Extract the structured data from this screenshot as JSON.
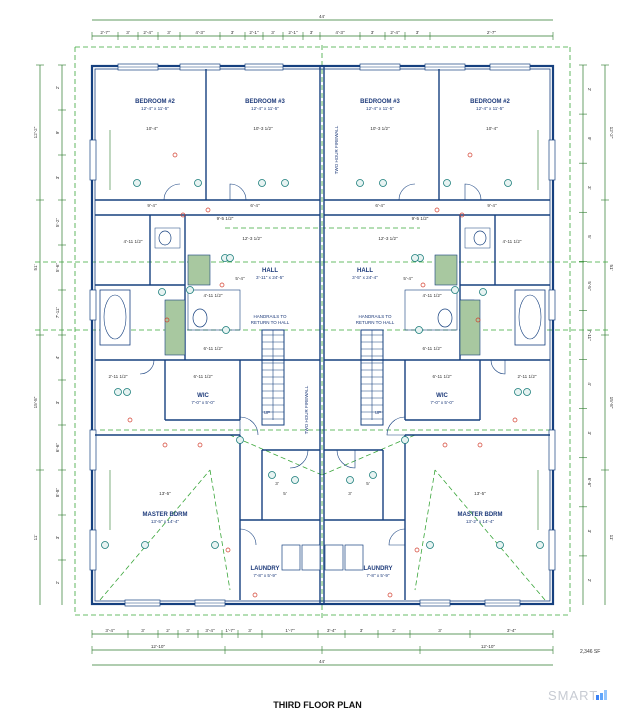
{
  "title": "THIRD FLOOR PLAN",
  "total_width": "44'",
  "total_depth": "51'",
  "area_note": "2,346 SF",
  "watermark": "SMART",
  "colors": {
    "wall": "#16407f",
    "dimension": "#2b7a2b",
    "ceiling": "#3aa63a",
    "fixture": "#1a7d7a",
    "outlet": "#d23a2a",
    "cabinet": "#a8c8a0"
  },
  "rooms": [
    {
      "name": "BEDROOM #2",
      "size": "12'-4\" x 11'-5\""
    },
    {
      "name": "BEDROOM #3",
      "size": "12'-4\" x 11'-5\""
    },
    {
      "name": "BEDROOM #3",
      "size": "12'-4\" x 11'-5\""
    },
    {
      "name": "BEDROOM #2",
      "size": "12'-4\" x 11'-5\""
    },
    {
      "name": "HALL",
      "size": "3'-11\" x 24'-5\""
    },
    {
      "name": "HALL",
      "size": "3'-5\" x 24'-4\""
    },
    {
      "name": "WIC",
      "size": "7'-0\" x 5'-0\""
    },
    {
      "name": "WIC",
      "size": "7'-0\" x 5'-0\""
    },
    {
      "name": "MASTER BDRM",
      "size": "13'-5\" x 14'-4\""
    },
    {
      "name": "MASTER BDRM",
      "size": "13'-2\" x 14'-4\""
    },
    {
      "name": "LAUNDRY",
      "size": "7'-8\" x 5'-9\""
    },
    {
      "name": "LAUNDRY",
      "size": "7'-8\" x 5'-9\""
    }
  ],
  "notes": [
    {
      "text": "HANDRAILS TO"
    },
    {
      "text": "RETURN TO HALL"
    },
    {
      "text": "HANDRAILS TO"
    },
    {
      "text": "RETURN TO HALL"
    },
    {
      "text": "TWO HOUR FIREWALL"
    },
    {
      "text": "TWO HOUR FIREWALL"
    },
    {
      "text": "UP"
    },
    {
      "text": "UP"
    }
  ],
  "dims": {
    "top": [
      "2'-7\"",
      "3'",
      "2'-4\"",
      "3'",
      "4'-3\"",
      "3'",
      "2'-1\"",
      "3'",
      "2'-1\"",
      "3'",
      "4'-3\"",
      "3'",
      "2'-4\"",
      "3'",
      "2'-7\""
    ],
    "inner": [
      "10'-4\"",
      "10'-3 1/2\"",
      "10'-3 1/2\"",
      "10'-4\"",
      "9'-4\"",
      "6'-4\"",
      "6'-4\"",
      "9'-4\"",
      "12'-3 1/2\"",
      "12'-3 1/2\"",
      "4'-11 1/2\"",
      "4'-11 1/2\"",
      "4'-11 1/2\"",
      "4'-11 1/2\"",
      "6'-11 1/2\"",
      "6'-11 1/2\"",
      "2'-11 1/2\"",
      "2'-11 1/2\"",
      "6'-11 1/2\"",
      "6'-11 1/2\"",
      "13'-5\"",
      "13'-5\"",
      "5'",
      "3'",
      "3'",
      "5'",
      "5'-4\"",
      "5'-4\"",
      "9'-5 1/2\"",
      "9'-5 1/2\""
    ],
    "bottom": [
      "3'-4\"",
      "3'",
      "2'",
      "3'",
      "3'-4\"",
      "1'-7\"",
      "3'",
      "1'-7\"",
      "3'-4\"",
      "3'",
      "2'",
      "3'",
      "3'-4\""
    ],
    "bottom2": [
      "12'-10\"",
      "12'-10\""
    ],
    "left": [
      "2'",
      "9'",
      "3'",
      "5'-2\"",
      "5'-6\"",
      "7'-11\"",
      "4'",
      "3'",
      "6'-6\"",
      "8'-8\"",
      "3'",
      "2'"
    ],
    "left2": [
      "12'-2\"",
      "51'",
      "15'-8\"",
      "11'"
    ],
    "right": [
      "2'",
      "9'",
      "3'",
      "5'",
      "5'-5\"",
      "7'-11\"",
      "4'",
      "3'",
      "6'-6\"",
      "3'",
      "2'"
    ],
    "right2": [
      "12'-2\"",
      "51'",
      "15'-8\"",
      "11'"
    ]
  }
}
